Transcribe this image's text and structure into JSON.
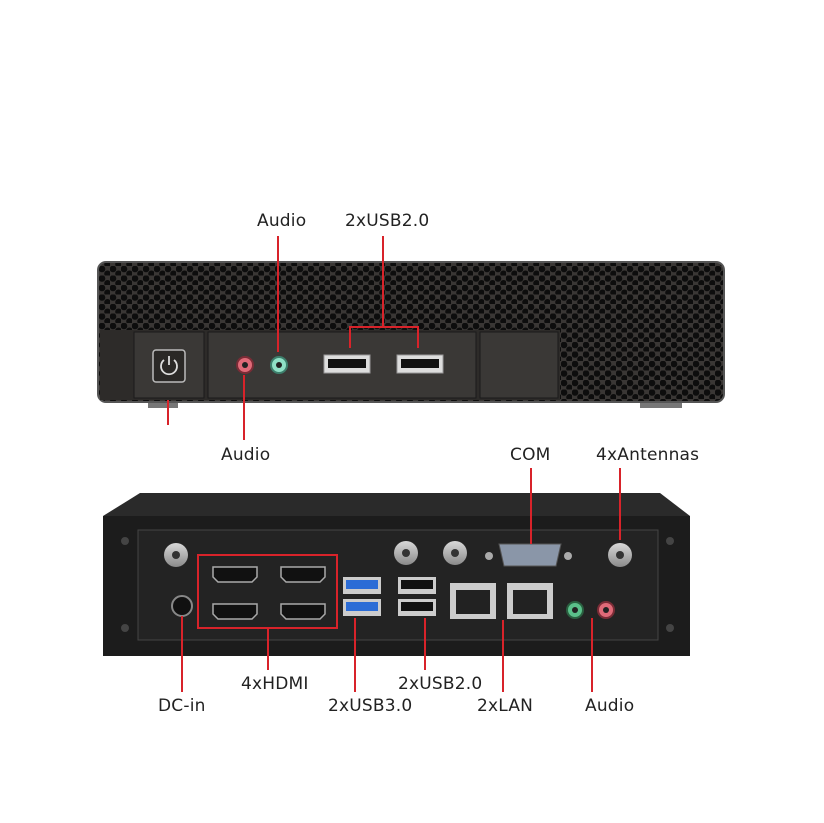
{
  "colors": {
    "callout": "#d8232a",
    "chassis": "#2a2826",
    "hex_hole": "#0d0d0d",
    "rear_chassis": "#1c1c1c"
  },
  "front_view": {
    "labels": {
      "audio_top": "Audio",
      "usb_top": "2xUSB2.0",
      "audio_bottom": "Audio"
    },
    "icons": [
      "power-button-icon",
      "mic-jack-icon",
      "headphone-jack-icon",
      "usb-port-icon"
    ]
  },
  "rear_view": {
    "labels": {
      "com": "COM",
      "antennas": "4xAntennas",
      "hdmi": "4xHDMI",
      "dc_in": "DC-in",
      "usb3": "2xUSB3.0",
      "usb2": "2xUSB2.0",
      "lan": "2xLAN",
      "audio": "Audio"
    }
  }
}
